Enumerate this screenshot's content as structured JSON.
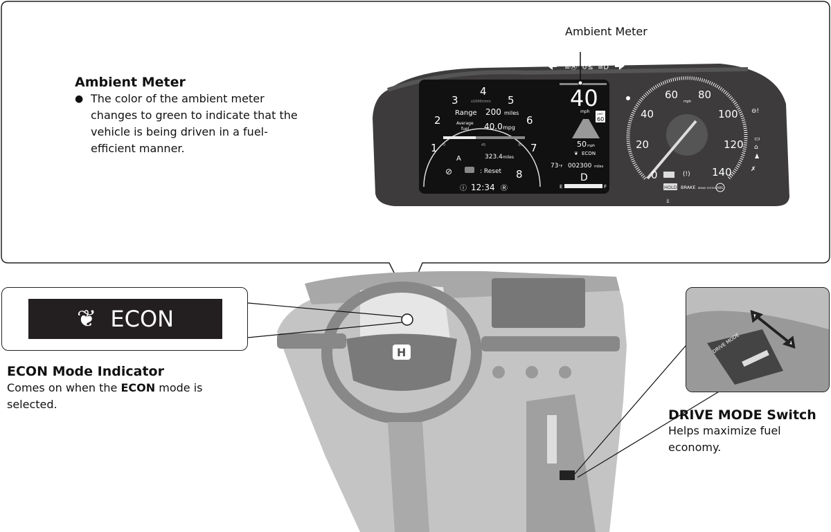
{
  "callout_top": {
    "label": "Ambient Meter",
    "title": "Ambient Meter",
    "bullet": "●",
    "text": "The color of the ambient meter changes to green to indicate that the vehicle is being driven in a fuel-efficient manner."
  },
  "cluster": {
    "tach_numbers": [
      "1",
      "2",
      "3",
      "4",
      "5",
      "6",
      "7",
      "8"
    ],
    "tach_unit": "x1000r/min",
    "range_label": "Range",
    "range_value": "200",
    "range_unit": "miles",
    "avg_fuel_label_1": "Average",
    "avg_fuel_label_2": "fuel",
    "avg_fuel_value": "40.0",
    "avg_fuel_unit": "mpg",
    "bar_ticks": [
      "0",
      "45",
      "99"
    ],
    "trip_label": "A",
    "trip_value": "323.4",
    "trip_unit": "miles",
    "reset_label": ": Reset",
    "clock": "12:34",
    "speed": "40",
    "speed_unit": "mph",
    "limit_label": "LIMIT",
    "limit_value": "60",
    "acc_speed": "50",
    "acc_unit": "mph",
    "econ_label": "ECON",
    "temperature": "73",
    "temp_unit": "°F",
    "odometer": "002300",
    "odo_unit": "miles",
    "gear": "D",
    "fuel_e": "E",
    "fuel_f": "F",
    "speedo_numbers": [
      "0",
      "20",
      "40",
      "60",
      "80",
      "100",
      "120",
      "140"
    ],
    "speedo_unit": "mph",
    "warning_labels": [
      "HOLD",
      "BRAKE",
      "BRAKE SYSTEM",
      "ABS"
    ]
  },
  "econ_callout": {
    "indicator_text": "ECON",
    "title": "ECON Mode Indicator",
    "text_before": "Comes on when the ",
    "text_bold": "ECON",
    "text_after": " mode is selected."
  },
  "drive_mode_callout": {
    "switch_label": "DRIVE MODE",
    "title": "DRIVE MODE Switch",
    "text": "Helps maximize fuel economy."
  }
}
